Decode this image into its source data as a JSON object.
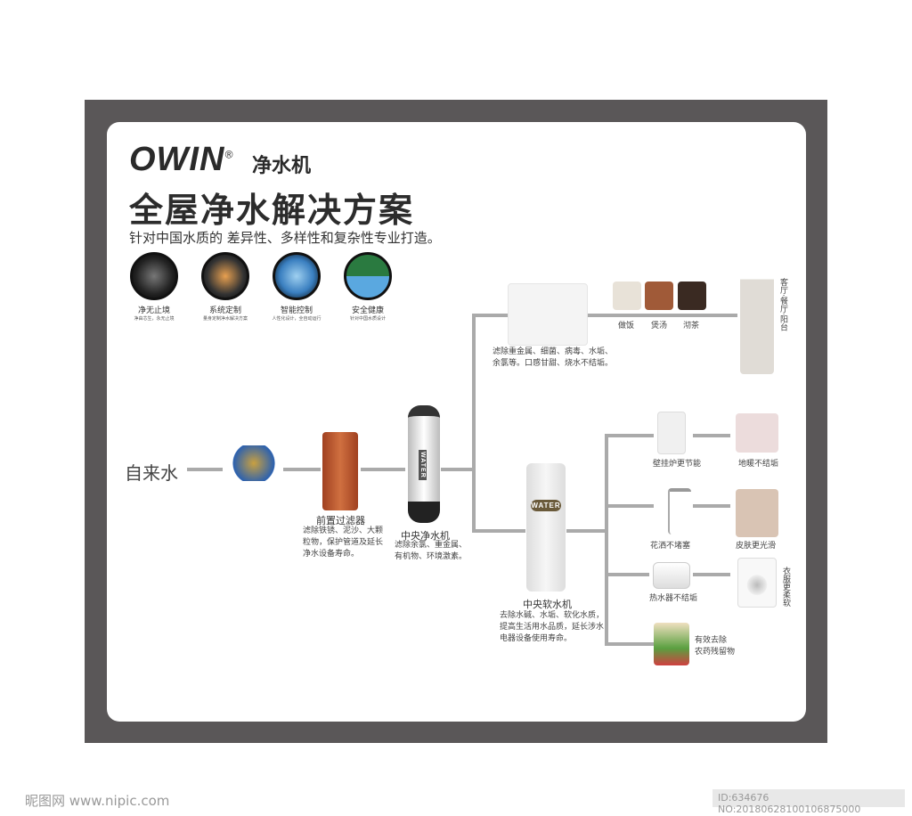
{
  "brand": {
    "logo": "OWIN",
    "registered": "®",
    "product": "净水机"
  },
  "title": "全屋净水解决方案",
  "subtitle": "针对中国水质的 差异性、多样性和复杂性专业打造。",
  "features": [
    {
      "title": "净无止境",
      "desc": "净由芯生，永无止境"
    },
    {
      "title": "系统定制",
      "desc": "量身定制净水解决方案"
    },
    {
      "title": "智能控制",
      "desc": "人性化设计，全自动运行"
    },
    {
      "title": "安全健康",
      "desc": "针对中国水质设计"
    }
  ],
  "source": "自来水",
  "prefilter": {
    "name": "前置过滤器",
    "desc": [
      "滤除铁锈、泥沙、大颗",
      "粒物，保护管道及延长",
      "净水设备寿命。"
    ]
  },
  "central": {
    "name": "中央净水机",
    "desc": [
      "滤除余氯、重金属、",
      "有机物、环境激素。"
    ],
    "label": "WATER"
  },
  "ro": {
    "desc": [
      "滤除重金属、细菌、病毒、水垢、",
      "余氯等。口感甘甜、烧水不结垢。"
    ],
    "uses": [
      "做饭",
      "煲汤",
      "沏茶"
    ],
    "rooms": "客厅·餐厅·阳台"
  },
  "softener": {
    "name": "中央软水机",
    "label": "WATER",
    "desc": [
      "去除水碱、水垢、软化水质，",
      "提高生活用水品质，延长涉水",
      "电器设备使用寿命。"
    ]
  },
  "branches": [
    {
      "device": "壁挂炉更节能",
      "result": "地暖不结垢"
    },
    {
      "device": "花洒不堵塞",
      "result": "皮肤更光滑"
    },
    {
      "device": "热水器不结垢",
      "result": "衣服更柔软"
    },
    {
      "device": "",
      "result": "有效去除\n农药残留物"
    }
  ],
  "footer": {
    "site": "昵图网 www.nipic.com",
    "id": "ID:634676 NO:20180628100106875000"
  }
}
